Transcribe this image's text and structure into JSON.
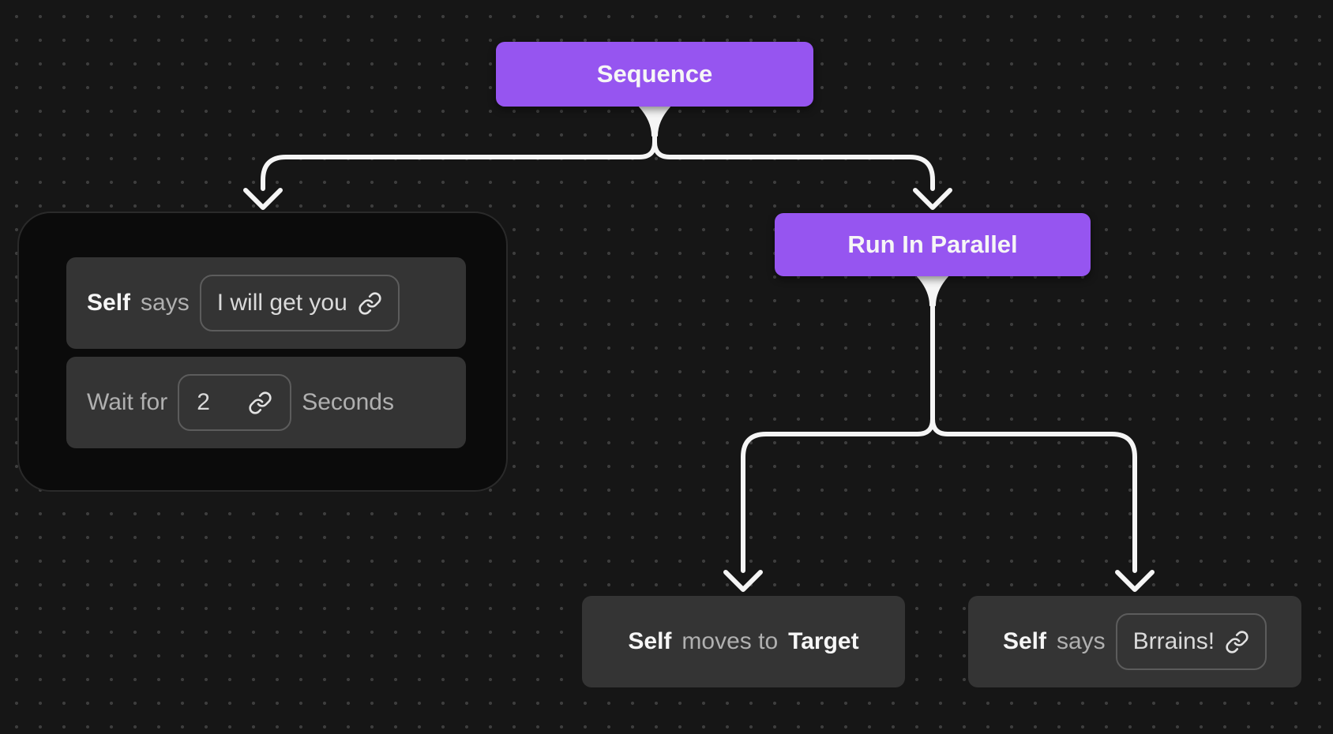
{
  "colors": {
    "background": "#161616",
    "grid_dot": "#3d3d3d",
    "accent_purple": "#9655f0",
    "node_gray": "#343434",
    "group_panel": "#0b0b0b",
    "group_border": "#2a2a2a",
    "wire": "#f5f5f5",
    "text_primary": "#f6f6f6",
    "text_muted": "#b0b0b0",
    "pill_text": "#dadada",
    "pill_border": "#5c5c5c"
  },
  "tree": {
    "root": {
      "label": "Sequence"
    },
    "parallel": {
      "label": "Run In Parallel"
    },
    "say1": {
      "subject": "Self",
      "verb": "says",
      "value": "I will get you"
    },
    "wait": {
      "prefix": "Wait for",
      "value": "2",
      "suffix": "Seconds"
    },
    "move": {
      "subject": "Self",
      "verb": "moves to",
      "object": "Target"
    },
    "say2": {
      "subject": "Self",
      "verb": "says",
      "value": "Brrains!"
    }
  }
}
